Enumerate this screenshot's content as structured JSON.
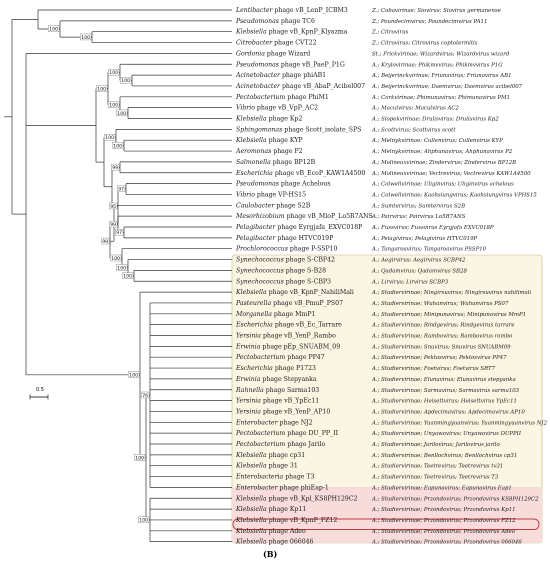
{
  "panel_label": "(B)",
  "scale_label": "0.5",
  "colors": {
    "clade_fill": "#fbf6e4",
    "clade_border": "#c9b77a",
    "sub_fill": "#f8dcdc",
    "highlight": "#c33a3a",
    "branch": "#333333"
  },
  "tips": [
    {
      "genus": "Lentibacter",
      "rest": " phage vB_LenP_ICBM3",
      "tax": "Z.; Cobavirinae; Siovirus; Siovirus germanense"
    },
    {
      "genus": "Pseudomonas",
      "rest": " phage TC6",
      "tax": "Z.; Poundecimvirus; Poundecimvirus PA11"
    },
    {
      "genus": "Klebsiella",
      "rest": " phage vB_KpnP_Klyazma",
      "tax": "Z.; Citrovirus"
    },
    {
      "genus": "Citrobacter",
      "rest": " phage CVT22",
      "tax": "Z.; Citrovirus; Citrovirus coptotermitis"
    },
    {
      "genus": "Gordonia",
      "rest": " phage Wizard",
      "tax": "St.; Frickvirinae; Wizardvirus; Wizardvirus wizard"
    },
    {
      "genus": "Pseudomonas",
      "rest": " phage vB_PaeP_P1G",
      "tax": "A.; Krylovirinae; Phikmvvirus; Phikmvvirus P1G"
    },
    {
      "genus": "Acinetobacter",
      "rest": " phage phiAB1",
      "tax": "A.; Beijerinckvirinae; Friunavirus; Friunavirus AB1"
    },
    {
      "genus": "Acinetobacter",
      "rest": " phage vB_AbaP_Acibel007",
      "tax": "A.; Beijerinckvirinae; Daemvirus; Daemvirus acibel007"
    },
    {
      "genus": "Pectobacterium",
      "rest": " phage PhiM1",
      "tax": "A.; Corkvirinae; Phimunavirus; Phimunavirus PM1"
    },
    {
      "genus": "Vibrio",
      "rest": " phage vB_VpP_AC2",
      "tax": "A.; Maculvirus; Maculvirus AC2"
    },
    {
      "genus": "Klebsiella",
      "rest": " phage Kp2",
      "tax": "A.; Slopekvirinae; Drulisvirus; Drulisvirus Kp2"
    },
    {
      "genus": "Sphingomonas",
      "rest": " phage Scott_isolate_SPS",
      "tax": "A.; Scottvirus; Scottvirus scott"
    },
    {
      "genus": "Klebsiella",
      "rest": " phage KYP",
      "tax": "A.; Melnykvirinae; Cullenvirus; Cullenvirus KYP"
    },
    {
      "genus": "Aeromonas",
      "rest": " phage P2",
      "tax": "A.; Melnykvirinae; Ahphunavirus; Ahphunavirus P2"
    },
    {
      "genus": "Salmonella",
      "rest": " phage BP12B",
      "tax": "A.; Molineuxvirinae; Zindervirus; Zindervirus BP12B"
    },
    {
      "genus": "Escherichia",
      "rest": " phage vB_EcoP_KAW1A4500",
      "tax": "A.; Molineuxvirinae; Vectrevirus; Vectrevirus KAW1A4500"
    },
    {
      "genus": "Pseudomonas",
      "rest": " phage Achelous",
      "tax": "A.; Colwellvirinae; Uliginvirus; Uliginvirus achelous"
    },
    {
      "genus": "Vibrio",
      "rest": " phage VP-HS15",
      "tax": "A.; Colwellvirinae; Kaohsiungvirus; Kaohsiungvirus VPHS15"
    },
    {
      "genus": "Caulobacter",
      "rest": " phage S2B",
      "tax": "A.; Sumtervirus; Sumtervirus S2B"
    },
    {
      "genus": "Mesorhizobium",
      "rest": " phage vB_MloP_Lo5R7ANS",
      "tax": "A.; Pairvirus; Pairvirus Lo5R7ANS"
    },
    {
      "genus": "Pelagibacter",
      "rest": " phage Eyrgjafa_EXVC018P",
      "tax": "A.; Fussvirus; Fussvirus Eyrgjafa EXVC018P"
    },
    {
      "genus": "Pelagibacter",
      "rest": " phage HTVC019P",
      "tax": "A.; Pelagivirus; Pelagivirus HTVC019P"
    },
    {
      "genus": "Prochlorococcus",
      "rest": " phage P-SSP10",
      "tax": "A.; Tangaroavirus; Tangaroavirus PSSP10"
    },
    {
      "genus": "Synechococcus",
      "rest": " phage S-CBP42",
      "tax": "A.; Aegirvirus; Aegirvirus SCBP42"
    },
    {
      "genus": "Synechococcus",
      "rest": " phage S-B28",
      "tax": "A.; Qadamvirus; Qadamvirus SB28"
    },
    {
      "genus": "Synechococcus",
      "rest": " phage S-CBP3",
      "tax": "A.; Lirvirus; Lirvirus SCBP3"
    },
    {
      "genus": "Klebsiella",
      "rest": " phage vB_KpnP_NahiliMali",
      "tax": "A.; Studiervirinae; Ningirsuvirus; Ningirsuvirus nahilimali"
    },
    {
      "genus": "Pasteurella",
      "rest": " phage vB_PmuP_PS07",
      "tax": "A.; Studiervirinae; Wuhanvirus; Wuhanvirus PS07"
    },
    {
      "genus": "Morganella",
      "rest": " phage MmP1",
      "tax": "A.; Studiervirinae; Minipunavirus; Minipunavirus MmP1"
    },
    {
      "genus": "Escherichia",
      "rest": " phage vB_Ec_Tarrare",
      "tax": "A.; Studiervirinae; Rindgevirus; Rindgevirus tarrare"
    },
    {
      "genus": "Yersinia",
      "rest": " phage vB_YenP_Rambo",
      "tax": "A.; Studiervirinae; Rambovirus; Rambovirus rambo"
    },
    {
      "genus": "Erwinia",
      "rest": " phage pEp_SNUABM_09",
      "tax": "A.; Studiervirinae; Snuvirus; Snuvirus SNUABM09"
    },
    {
      "genus": "Pectobacterium",
      "rest": " phage PP47",
      "tax": "A.; Studiervirinae; Pektosvirus; Pektosvirus PP47"
    },
    {
      "genus": "Escherichia",
      "rest": " phage P1723",
      "tax": "A.; Studiervirinae; Foetvirus; Foetvirus SRT7"
    },
    {
      "genus": "Erwinia",
      "rest": " phage Stepyanka",
      "tax": "A.; Studiervirinae; Elunavirus; Elunavirus stepyanka"
    },
    {
      "genus": "Rahnella",
      "rest": " phage Sarma103",
      "tax": "A.; Studiervirinae; Sarmavirus; Sarmavirus sarma103"
    },
    {
      "genus": "Yersinia",
      "rest": " phage vB_YpEc11",
      "tax": "A.; Studiervirinae; Helsettvirus; Helsettvirus YpEc11"
    },
    {
      "genus": "Yersinia",
      "rest": " phage vB_YenP_AP10",
      "tax": "A.; Studiervirinae; Apdecimavirus; Apdecimavirus AP10"
    },
    {
      "genus": "Enterobacter",
      "rest": " phage NJ2",
      "tax": "A.; Studiervirinae; Yuanmingyuanvirus; Yuanmingyuanvirus NJ2"
    },
    {
      "genus": "Pectobacterium",
      "rest": " phage DU_PP_II",
      "tax": "A.; Studiervirinae; Unyawovirus; Unyawovirus DUPPII"
    },
    {
      "genus": "Pectobacterium",
      "rest": " phage Jarilo",
      "tax": "A.; Studiervirinae; Jarilovirus; Jarilovirus jarilo"
    },
    {
      "genus": "Klebsiella",
      "rest": " phage cp31",
      "tax": "A.; Studiervirinae; Benllochvirus; Benllochvirus cp31"
    },
    {
      "genus": "Klebsiella",
      "rest": " phage 31",
      "tax": "A.; Studiervirinae; Teetrevirus; Teetrevirus tv31"
    },
    {
      "genus": "Enterobacteria",
      "rest": " phage T3",
      "tax": "A.; Studiervirinae; Teetrevirus; Teetrevirus T3"
    },
    {
      "genus": "Enterobacter",
      "rest": " phage phiEap-1",
      "tax": "A.; Studiervirinae; Eapunavirus; Eapunavirus Eap1"
    },
    {
      "genus": "Klebsiella",
      "rest": " phage vB_Kpl_KS8PH129C2",
      "tax": "A.; Studiervirinae; Przondovirus; Przondovirus KS8PH129C2"
    },
    {
      "genus": "Klebsiella",
      "rest": " phage Kp11",
      "tax": "A.; Studiervirinae; Przondovirus; Przondovirus Kp11"
    },
    {
      "genus": "Klebsiella",
      "rest": " phage vB_KpnP_FZ12",
      "tax": "A.; Studiervirinae; Przondovirus; Przondovirus FZ12"
    },
    {
      "genus": "Klebsiella",
      "rest": " phage Adeo",
      "tax": "A.; Studiervirinae; Przondovirus; Przondovirus Adeo"
    },
    {
      "genus": "Klebsiella",
      "rest": " phage 066046",
      "tax": "A.; Studiervirinae; Przondovirus; Przondovirus 066046"
    }
  ],
  "bootstrap": [
    "100",
    "100",
    "100",
    "100",
    "100",
    "100",
    "100",
    "100",
    "100",
    "99",
    "95",
    "97",
    "99",
    "99",
    "97",
    "100",
    "100",
    "100",
    "100",
    "76",
    "100",
    "100"
  ]
}
